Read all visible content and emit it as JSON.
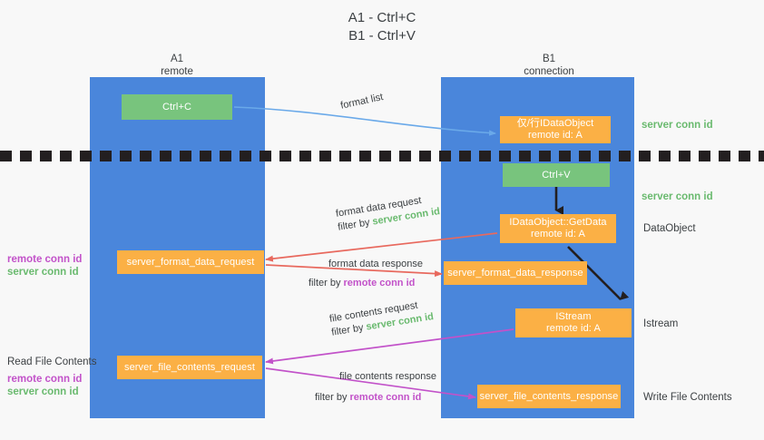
{
  "title": {
    "line1": "A1 - Ctrl+C",
    "line2": "B1 - Ctrl+V"
  },
  "colors": {
    "lane": "#4a86db",
    "node_green": "#78c47d",
    "node_orange": "#fbb045",
    "server_conn_id": "#6aba6f",
    "remote_conn_id": "#c252c9",
    "arrow_blue": "#6aa9e9",
    "arrow_red": "#e8695e",
    "arrow_magenta": "#c252c9",
    "arrow_black": "#231f20",
    "divider": "#231f20",
    "background": "#f8f8f8"
  },
  "lanes": [
    {
      "name": "A1",
      "role": "remote"
    },
    {
      "name": "B1",
      "role": "connection"
    }
  ],
  "nodes": [
    {
      "id": "ctrl-c",
      "kind": "green",
      "line1": "Ctrl+C",
      "line2": ""
    },
    {
      "id": "idataobject",
      "kind": "orange",
      "line1": "仅/行IDataObject",
      "line2": "remote id: A"
    },
    {
      "id": "ctrl-v",
      "kind": "green",
      "line1": "Ctrl+V",
      "line2": ""
    },
    {
      "id": "getdata",
      "kind": "orange",
      "line1": "IDataObject::GetData",
      "line2": "remote id: A"
    },
    {
      "id": "server-format-data-request",
      "kind": "orange",
      "line1": "server_format_data_request",
      "line2": ""
    },
    {
      "id": "server-format-data-response",
      "kind": "orange",
      "line1": "server_format_data_response",
      "line2": ""
    },
    {
      "id": "istream",
      "kind": "orange",
      "line1": "IStream",
      "line2": "remote id: A"
    },
    {
      "id": "server-file-contents-request",
      "kind": "orange",
      "line1": "server_file_contents_request",
      "line2": ""
    },
    {
      "id": "server-file-contents-response",
      "kind": "orange",
      "line1": "server_file_contents_response",
      "line2": ""
    }
  ],
  "edges": [
    {
      "id": "format-list",
      "label": "format list",
      "filter_prefix": "",
      "filter_key": ""
    },
    {
      "id": "format-data-request",
      "label": "format data request",
      "filter_prefix": "filter by ",
      "filter_key": "server conn id"
    },
    {
      "id": "format-data-response",
      "label": "format data response",
      "filter_prefix": "filter by ",
      "filter_key": "remote conn id"
    },
    {
      "id": "file-contents-request",
      "label": "file contents request",
      "filter_prefix": "filter by ",
      "filter_key": "server conn id"
    },
    {
      "id": "file-contents-response",
      "label": "file contents response",
      "filter_prefix": "filter by ",
      "filter_key": "remote conn id"
    }
  ],
  "right_annotations": [
    {
      "id": "server-conn-id-top",
      "text": "server conn id",
      "style": "green"
    },
    {
      "id": "server-conn-id-mid",
      "text": "server conn id",
      "style": "green"
    },
    {
      "id": "dataobject",
      "text": "DataObject",
      "style": "plain"
    },
    {
      "id": "istream",
      "text": "Istream",
      "style": "plain"
    },
    {
      "id": "write-file-contents",
      "text": "Write File Contents",
      "style": "plain"
    }
  ],
  "left_annotations": {
    "group_top": {
      "remote": "remote conn id",
      "server": "server conn id"
    },
    "group_bottom": {
      "heading": "Read File Contents",
      "remote": "remote conn id",
      "server": "server conn id"
    }
  }
}
